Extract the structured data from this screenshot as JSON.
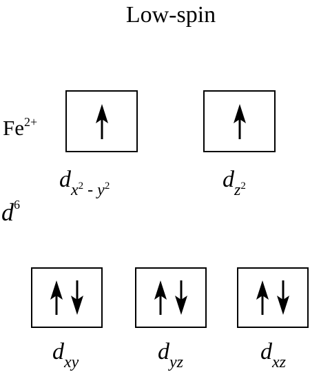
{
  "title": "Low-spin",
  "ion": {
    "symbol": "Fe",
    "charge": "2+"
  },
  "configuration": {
    "letter": "d",
    "count": "6"
  },
  "eg": [
    {
      "d": "d",
      "sub_a": "x",
      "sup_a": "2",
      "minus": " - ",
      "sub_b": "y",
      "sup_b": "2",
      "electrons": "up"
    },
    {
      "d": "d",
      "sub_a": "z",
      "sup_a": "2",
      "electrons": "up"
    }
  ],
  "t2g": [
    {
      "d": "d",
      "sub": "xy",
      "electrons": "up-down"
    },
    {
      "d": "d",
      "sub": "yz",
      "electrons": "up-down"
    },
    {
      "d": "d",
      "sub": "xz",
      "electrons": "up-down"
    }
  ]
}
